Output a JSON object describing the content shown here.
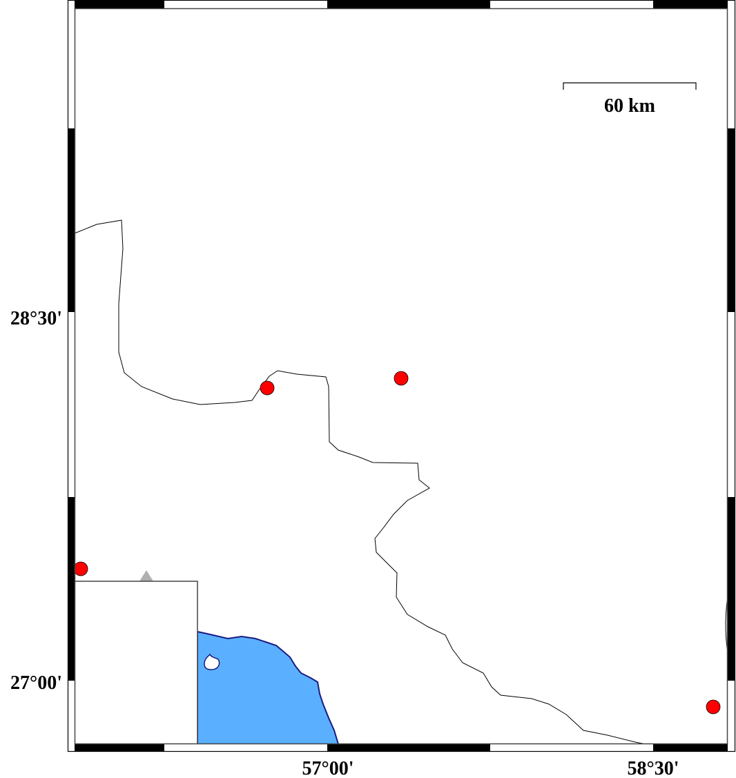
{
  "map": {
    "scale_bar": {
      "label": "60 km"
    },
    "lat_labels": [
      "28°30'",
      "27°00'"
    ],
    "lon_labels": [
      "57°00'",
      "58°30'"
    ],
    "colors": {
      "sea": "#5ab0ff",
      "coast": "#1a1a80",
      "event": "#ff0000",
      "station": "#b0b0b0"
    }
  }
}
